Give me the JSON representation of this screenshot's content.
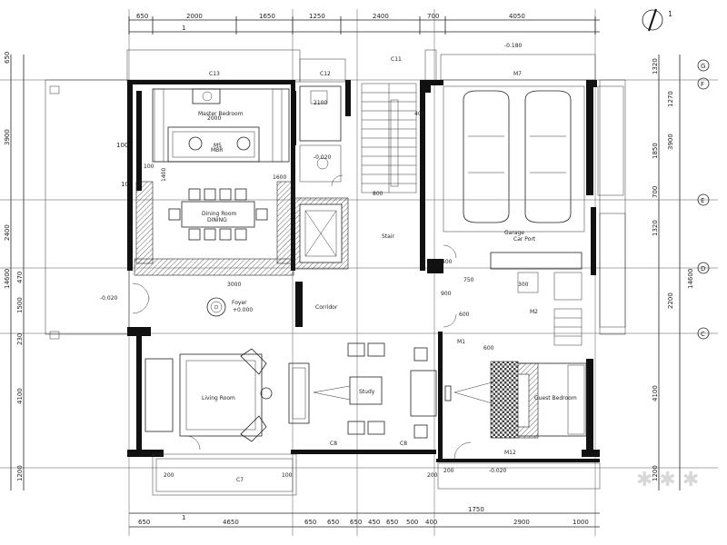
{
  "top_dims_row1": [
    "650",
    "2000",
    "1650",
    "1250",
    "2400",
    "700",
    "4050"
  ],
  "top_dims_row2": [
    "1",
    "1"
  ],
  "bottom_dims_row1": [
    "650",
    "4650",
    "650",
    "650",
    "650",
    "450",
    "650",
    "500",
    "400",
    "1750",
    "2900",
    "1000"
  ],
  "left_dims_outer": [
    "650",
    "3900",
    "2400",
    "1500",
    "14600",
    "4100",
    "1200"
  ],
  "left_dims_inner": [
    "100",
    "100",
    "470",
    "230"
  ],
  "right_dims_inner": [
    "1320",
    "1270",
    "1850",
    "3900",
    "700",
    "1320",
    "2200",
    "14600",
    "4100",
    "1200"
  ],
  "grid_bubbles_right": [
    "G",
    "F",
    "E",
    "D",
    "C"
  ],
  "north_label": "1",
  "rooms": {
    "master_bedroom": {
      "name": "Master Bedroom",
      "sub": "MBR"
    },
    "dining_room": {
      "name": "Dining Room",
      "sub": "DINING"
    },
    "living_room": {
      "name": "Living Room",
      "sub": ""
    },
    "study": {
      "name": "Study",
      "sub": ""
    },
    "foyer": {
      "name": "Foyer",
      "sub": ""
    },
    "corridor": {
      "name": "Corridor",
      "sub": ""
    },
    "garage": {
      "name": "Garage",
      "sub": "Car Port"
    },
    "guest_bedroom": {
      "name": "Guest Bedroom",
      "sub": ""
    },
    "stair": {
      "name": "Stair",
      "sub": ""
    }
  },
  "window_tags": [
    "C13",
    "C12",
    "C11",
    "M7",
    "M5",
    "C7",
    "C8",
    "C8",
    "M12",
    "M1",
    "M2"
  ],
  "levels": [
    "-0.020",
    "+0.000",
    "-0.180",
    "-0.020",
    "-0.020"
  ],
  "misc_dims": [
    "100",
    "1400",
    "1600",
    "400",
    "800",
    "900",
    "600",
    "300",
    "2100",
    "200",
    "100",
    "200",
    "750",
    "600",
    "400",
    "200",
    "2000",
    "3000"
  ]
}
